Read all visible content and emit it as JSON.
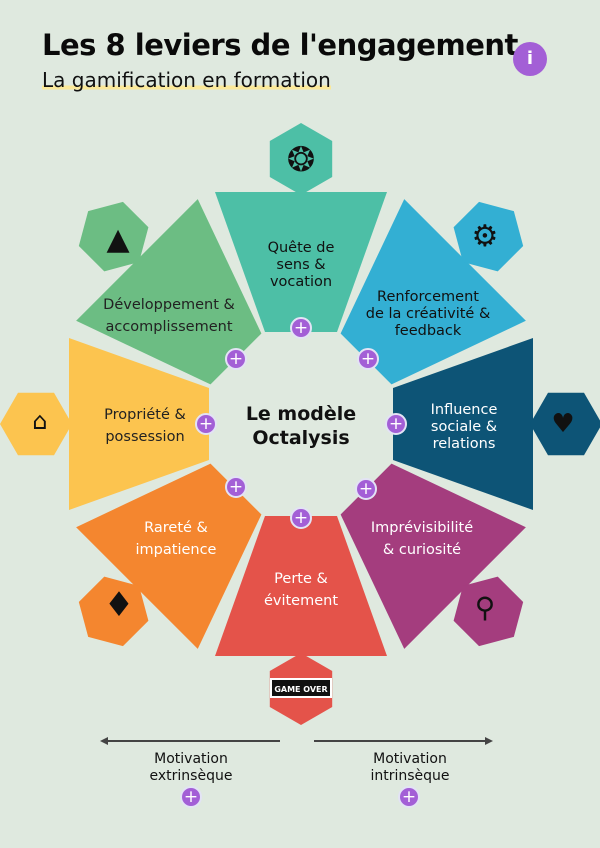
{
  "header": {
    "title": "Les 8 leviers de l'engagement",
    "subtitle": "La gamification en formation",
    "info_label": "i"
  },
  "center": {
    "line1": "Le modèle",
    "line2": "Octalysis"
  },
  "plus_label": "+",
  "levers": [
    {
      "id": "sens",
      "lines": [
        "Quête de",
        "sens &",
        "vocation"
      ],
      "color": "#4dbfa6",
      "text_color": "#111111",
      "icon": "brain-icon"
    },
    {
      "id": "creativite",
      "lines": [
        "Renforcement",
        "de la créativité &",
        "feedback"
      ],
      "color": "#33afd3",
      "text_color": "#111111",
      "icon": "gears-hands-icon"
    },
    {
      "id": "social",
      "lines": [
        "Influence",
        "sociale &",
        "relations"
      ],
      "color": "#0d5476",
      "text_color": "#ffffff",
      "icon": "social-people-icon"
    },
    {
      "id": "curiosite",
      "lines": [
        "Imprévisibilité",
        "& curiosité"
      ],
      "color": "#a43d7e",
      "text_color": "#ffffff",
      "icon": "idea-search-icon"
    },
    {
      "id": "perte",
      "lines": [
        "Perte &",
        "évitement"
      ],
      "color": "#e4534a",
      "text_color": "#ffffff",
      "icon": "game-over-sign-icon"
    },
    {
      "id": "rarete",
      "lines": [
        "Rareté &",
        "impatience"
      ],
      "color": "#f4862f",
      "text_color": "#ffffff",
      "icon": "diamond-icon"
    },
    {
      "id": "propriete",
      "lines": [
        "Propriété &",
        "possession"
      ],
      "color": "#fcc44f",
      "text_color": "#222222",
      "icon": "property-icon"
    },
    {
      "id": "accomplissement",
      "lines": [
        "Développement &",
        "accomplissement"
      ],
      "color": "#6cbd83",
      "text_color": "#222222",
      "icon": "mountain-flag-icon"
    }
  ],
  "game_over_text": "GAME OVER",
  "motivation": {
    "left": [
      "Motivation",
      "extrinsèque"
    ],
    "right": [
      "Motivation",
      "intrinsèque"
    ]
  }
}
